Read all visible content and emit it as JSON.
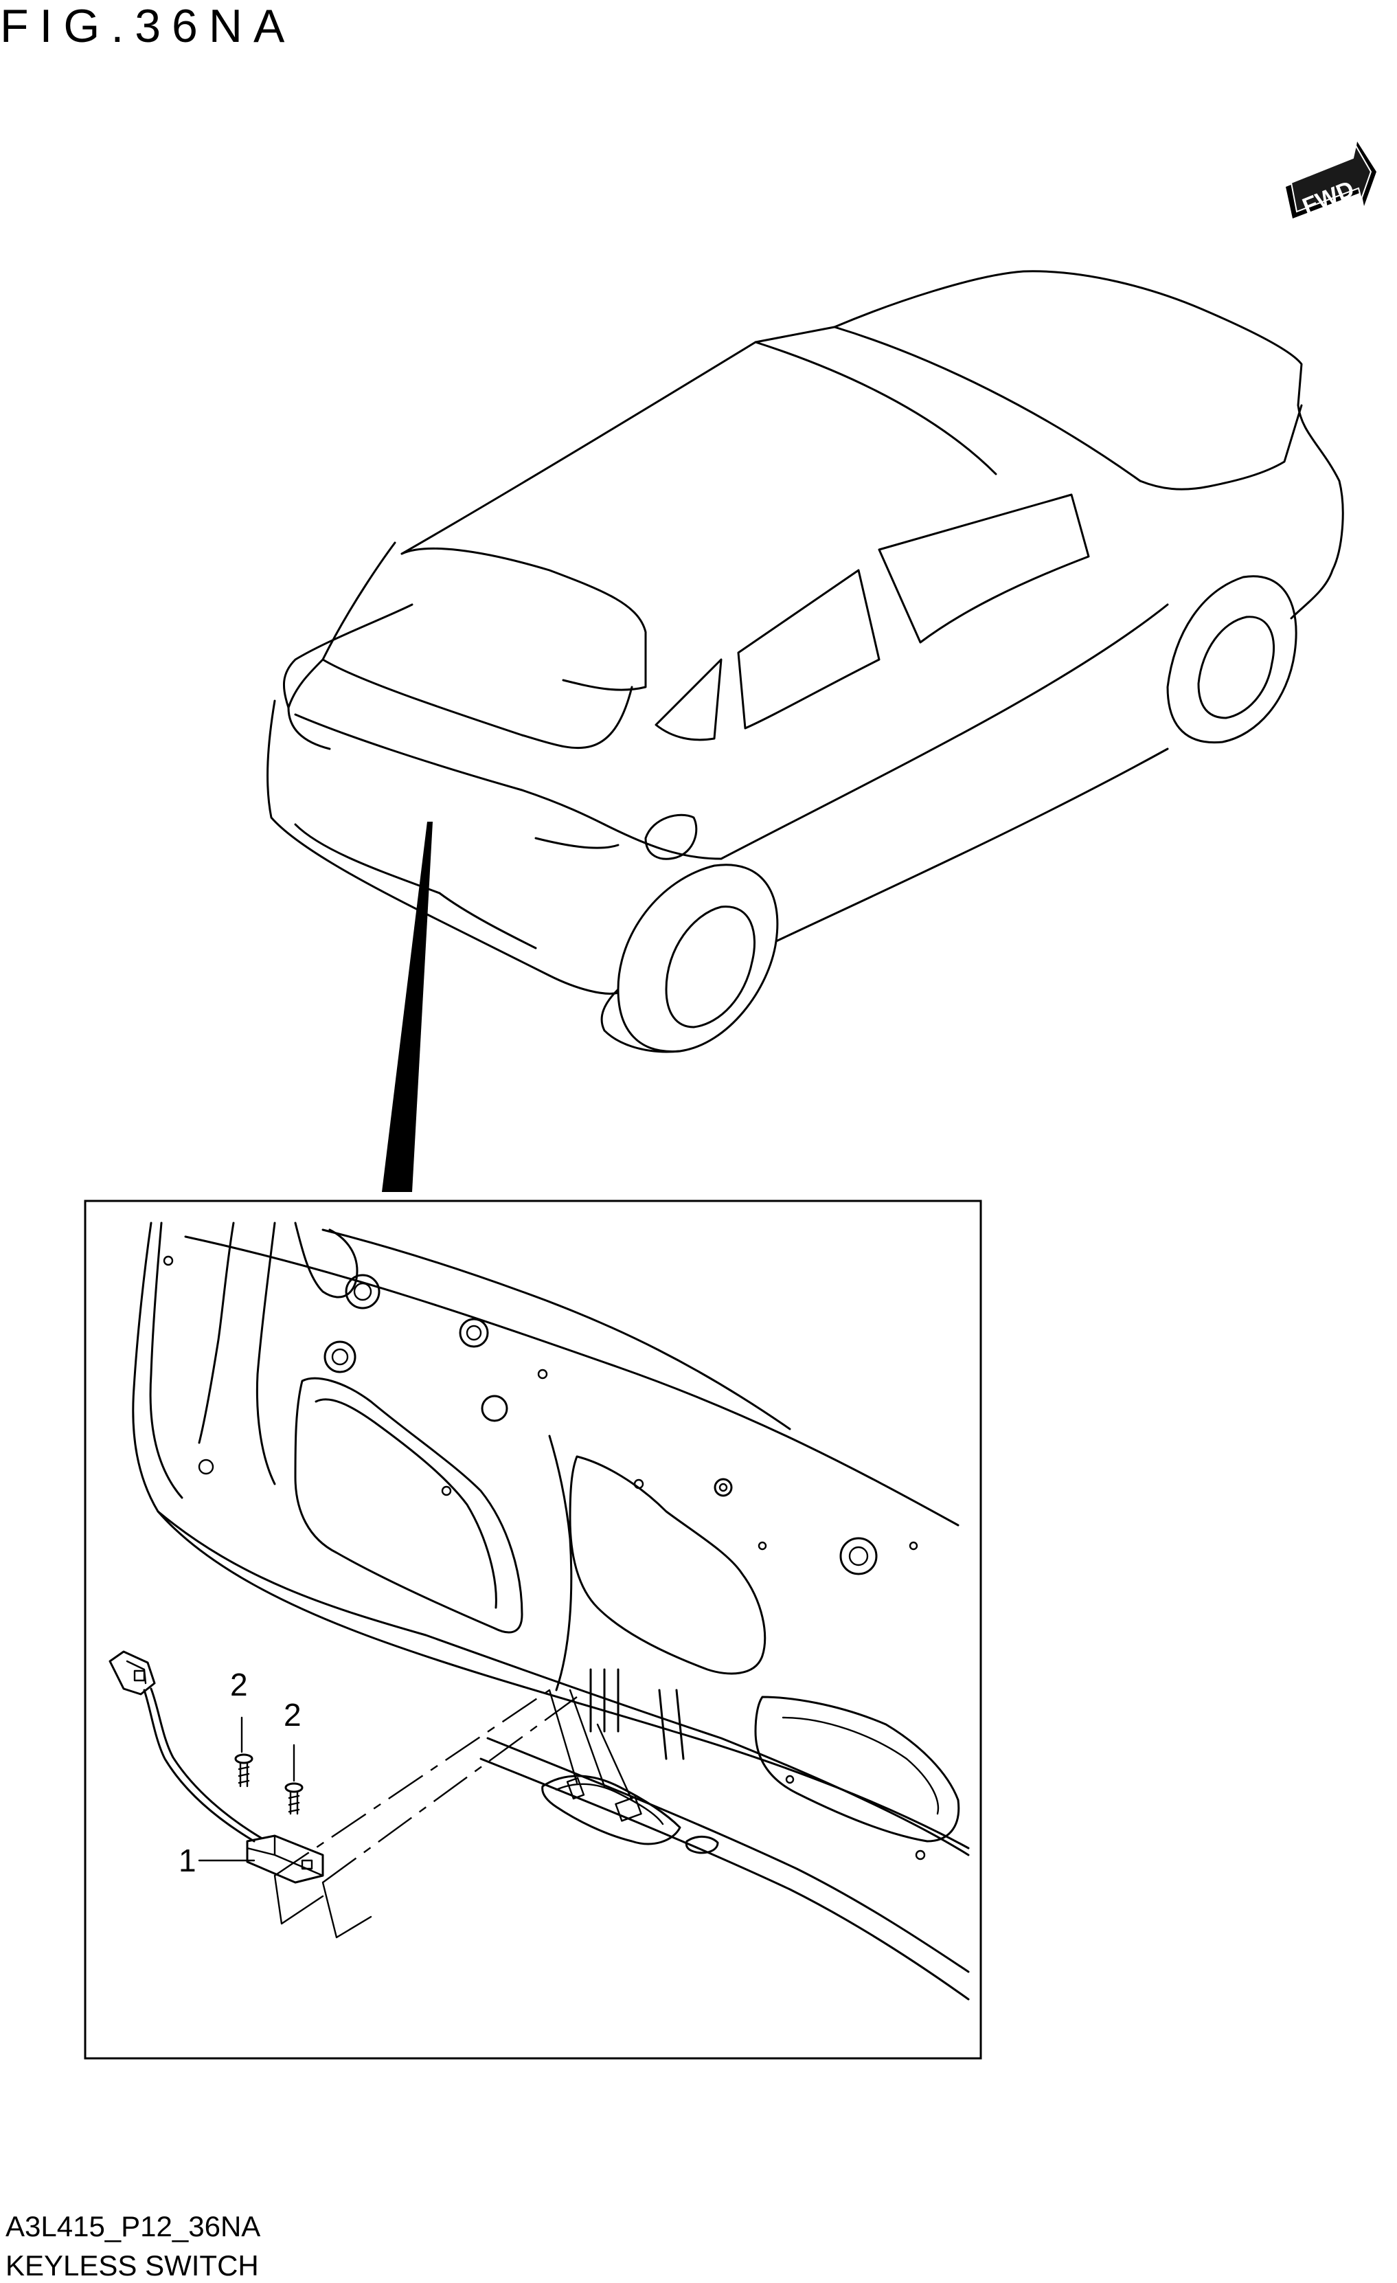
{
  "figure": {
    "title": "FIG.36NA",
    "direction_badge": "FWD",
    "direction_icon": "fwd-arrow-icon"
  },
  "callouts": [
    {
      "number": "1"
    },
    {
      "number": "2"
    },
    {
      "number": "2"
    }
  ],
  "footer": {
    "code": "A3L415_P12_36NA",
    "caption": "KEYLESS SWITCH"
  }
}
